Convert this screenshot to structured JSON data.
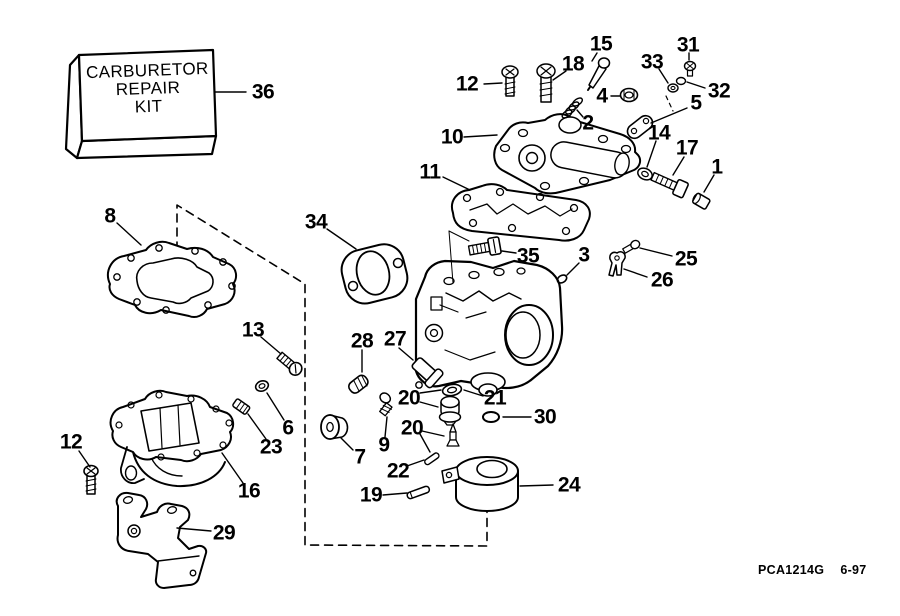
{
  "page": {
    "background": "#ffffff",
    "ink": "#000000"
  },
  "kit_box": {
    "line1": "CARBURETOR",
    "line2": "REPAIR",
    "line3": "KIT"
  },
  "footer": {
    "part_code": "PCA1214G",
    "date_code": "6-97"
  },
  "callouts": [
    {
      "label": "36"
    },
    {
      "label": "12"
    },
    {
      "label": "18"
    },
    {
      "label": "15"
    },
    {
      "label": "33"
    },
    {
      "label": "31"
    },
    {
      "label": "32"
    },
    {
      "label": "4"
    },
    {
      "label": "5"
    },
    {
      "label": "2"
    },
    {
      "label": "10"
    },
    {
      "label": "14"
    },
    {
      "label": "17"
    },
    {
      "label": "1"
    },
    {
      "label": "11"
    },
    {
      "label": "8"
    },
    {
      "label": "34"
    },
    {
      "label": "35"
    },
    {
      "label": "3"
    },
    {
      "label": "25"
    },
    {
      "label": "26"
    },
    {
      "label": "13"
    },
    {
      "label": "28"
    },
    {
      "label": "27"
    },
    {
      "label": "20"
    },
    {
      "label": "21"
    },
    {
      "label": "30"
    },
    {
      "label": "20"
    },
    {
      "label": "9"
    },
    {
      "label": "7"
    },
    {
      "label": "22"
    },
    {
      "label": "19"
    },
    {
      "label": "24"
    },
    {
      "label": "6"
    },
    {
      "label": "23"
    },
    {
      "label": "12"
    },
    {
      "label": "16"
    },
    {
      "label": "29"
    }
  ]
}
